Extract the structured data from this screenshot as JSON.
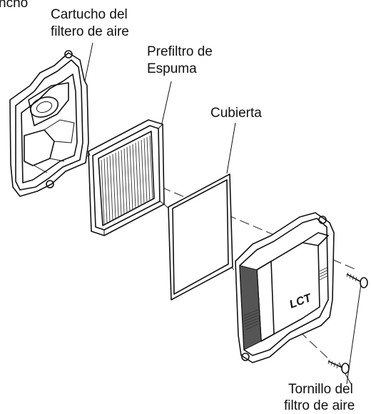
{
  "diagram": {
    "labels": {
      "cut_top": "ncho",
      "cartridge_line1": "Cartucho del",
      "cartridge_line2": "filtero de aire",
      "prefilter_line1": "Prefiltro de",
      "prefilter_line2": "Espuma",
      "cover": "Cubierta",
      "screw_line1": "Tornillo del",
      "screw_line2": "filtro de aire"
    },
    "logo_text": "LCT"
  }
}
